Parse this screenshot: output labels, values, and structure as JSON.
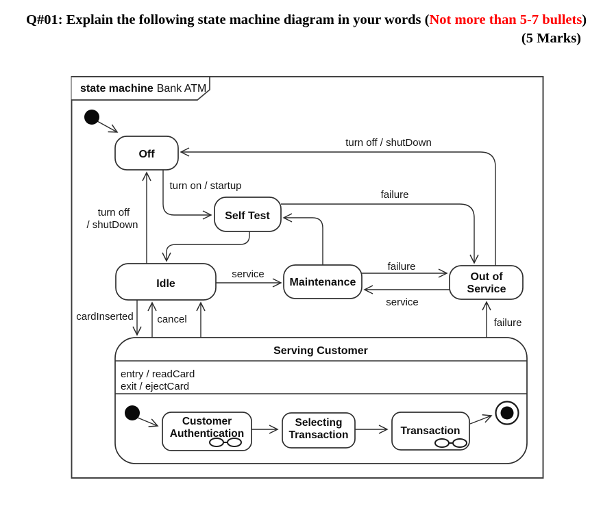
{
  "header": {
    "prefix": "Q#01: Explain the following state machine diagram in your words (",
    "highlight": "Not more than 5-7 bullets",
    "suffix": ")",
    "marks": "(5 Marks)",
    "highlight_color": "#ff0000"
  },
  "frame": {
    "keyword": "state machine",
    "name": "Bank ATM"
  },
  "states": {
    "off": "Off",
    "self_test": "Self Test",
    "idle": "Idle",
    "maintenance": "Maintenance",
    "out_of_service": [
      "Out of",
      "Service"
    ],
    "serving_customer": {
      "title": "Serving Customer",
      "entry_action": "entry / readCard",
      "exit_action": "exit / ejectCard"
    },
    "customer_authentication": [
      "Customer",
      "Authentication"
    ],
    "selecting_transaction": [
      "Selecting",
      "Transaction"
    ],
    "transaction": "Transaction"
  },
  "transitions": {
    "turn_off_shutdown_top": "turn off / shutDown",
    "turn_on_startup": "turn on / startup",
    "failure_self_test_to_oos": "failure",
    "turn_off_shutdown_left": [
      "turn off",
      "/ shutDown"
    ],
    "service_idle_to_maintenance": "service",
    "failure_maintenance_to_oos": "failure",
    "service_oos_to_maintenance": "service",
    "card_inserted": "cardInserted",
    "cancel": "cancel",
    "failure_serving_to_oos": "failure"
  }
}
